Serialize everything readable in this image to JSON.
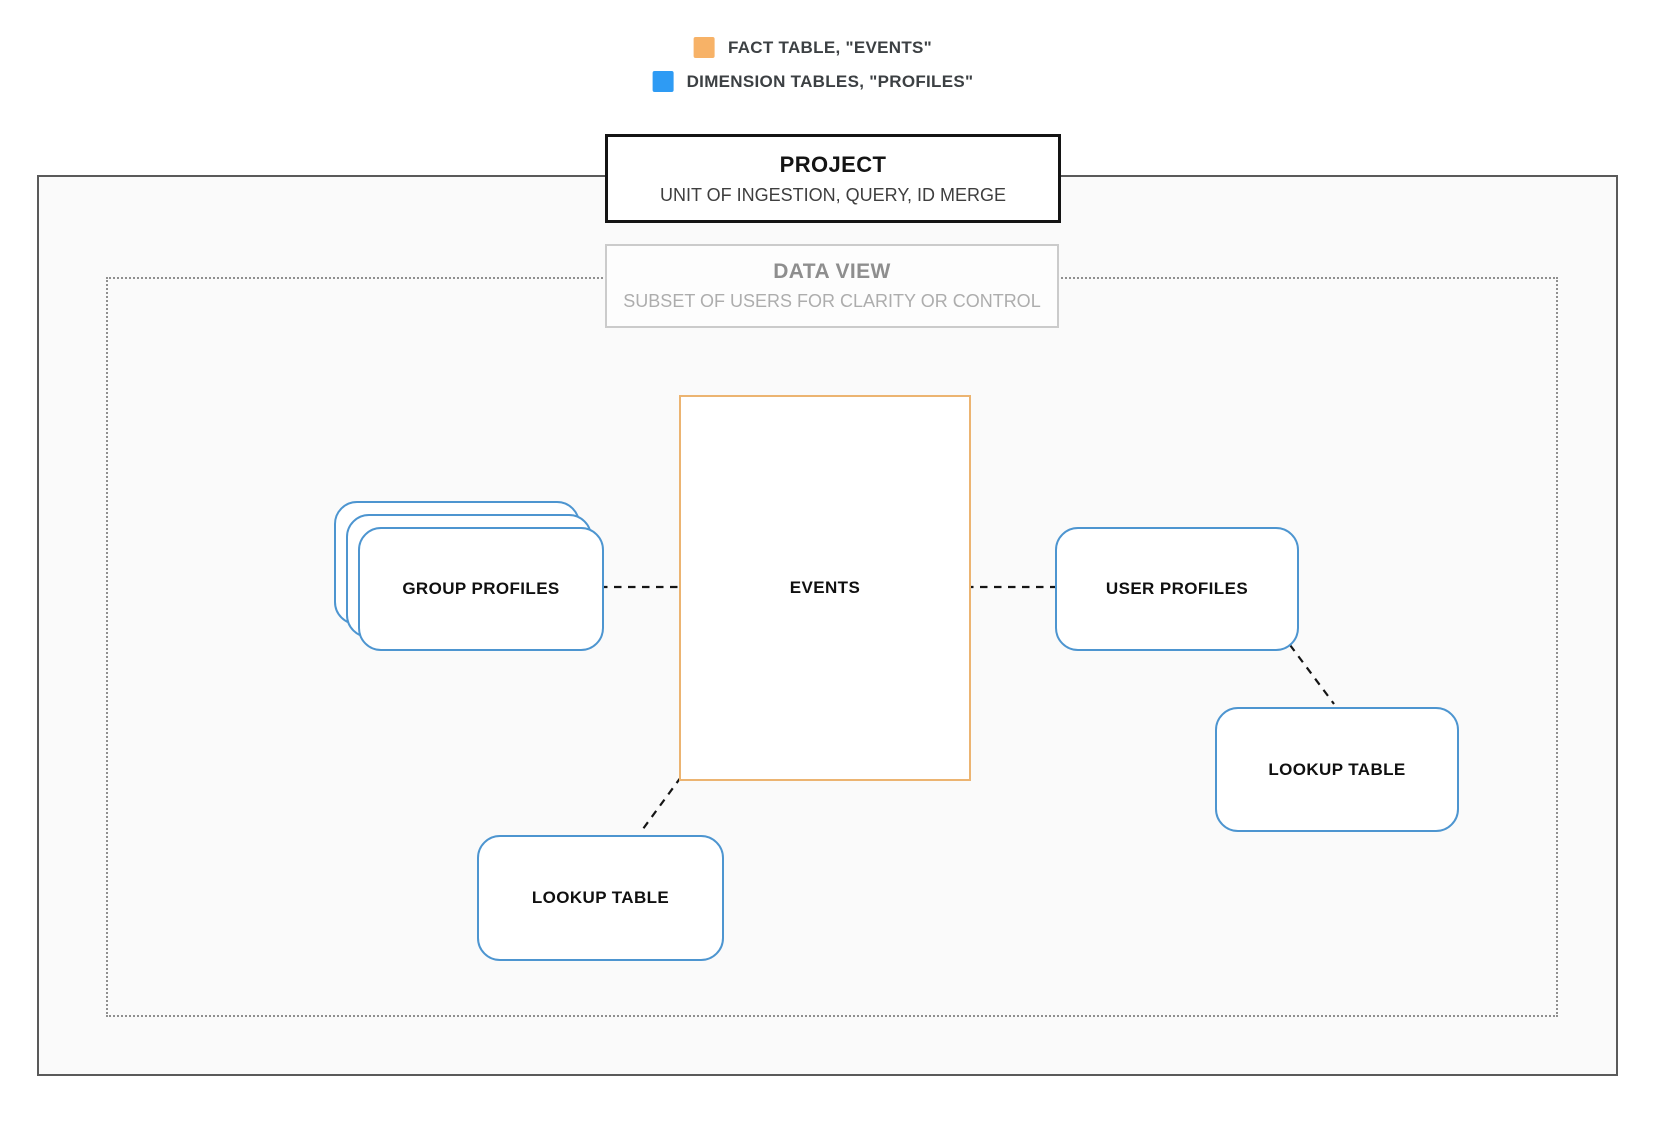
{
  "legend": {
    "items": [
      {
        "label": "FACT TABLE, \"EVENTS\"",
        "color": "#F7B267"
      },
      {
        "label": "DIMENSION TABLES, \"PROFILES\"",
        "color": "#2E9BF4"
      }
    ]
  },
  "containers": {
    "project": {
      "title": "PROJECT",
      "subtitle": "UNIT OF INGESTION, QUERY, ID MERGE"
    },
    "data_view": {
      "title": "DATA VIEW",
      "subtitle": "SUBSET OF USERS FOR CLARITY OR CONTROL"
    }
  },
  "nodes": {
    "group_profiles": {
      "label": "GROUP PROFILES",
      "type": "dimension"
    },
    "events": {
      "label": "EVENTS",
      "type": "fact"
    },
    "user_profiles": {
      "label": "USER PROFILES",
      "type": "dimension"
    },
    "lookup_table_bottom": {
      "label": "LOOKUP TABLE",
      "type": "dimension"
    },
    "lookup_table_right": {
      "label": "LOOKUP TABLE",
      "type": "dimension"
    }
  },
  "edges": [
    {
      "from": "GROUP PROFILES",
      "to": "EVENTS",
      "style": "dashed"
    },
    {
      "from": "EVENTS",
      "to": "USER PROFILES",
      "style": "dashed"
    },
    {
      "from": "USER PROFILES",
      "to": "LOOKUP TABLE",
      "style": "dashed"
    },
    {
      "from": "EVENTS",
      "to": "LOOKUP TABLE",
      "style": "dashed"
    }
  ],
  "colors": {
    "fact_fill": "#F7B267",
    "fact_border": "#ECB471",
    "dimension_fill": "#2E9BF4",
    "dimension_border": "#4D95D0",
    "connector": "#151515",
    "project_border": "#141414",
    "data_view_border": "#CBCBCB",
    "outer_boundary_border": "#5A5A5A",
    "inner_boundary_border": "#8F8F8F"
  }
}
